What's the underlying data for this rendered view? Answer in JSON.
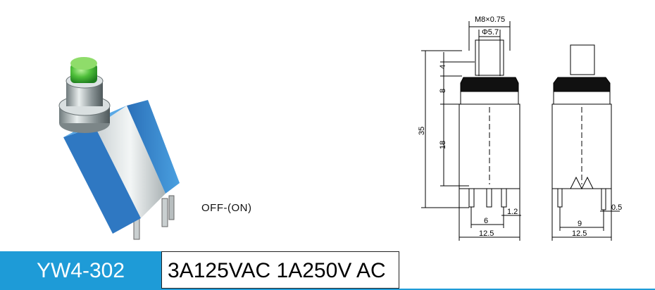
{
  "product": {
    "model": "YW4-302",
    "rating": "3A125VAC 1A250V AC",
    "switch_function": "OFF-(ON)"
  },
  "drawing": {
    "thread": "M8×0.75",
    "cap_diameter": "Φ5.7",
    "dim_cap": "4",
    "dim_nut": "8",
    "dim_body": "18",
    "dim_total": "35",
    "dim_pin_pitch": "6",
    "dim_pin_width": "1.2",
    "dim_front_width": "12.5",
    "dim_side_pitch": "9",
    "dim_side_width": "12.5",
    "dim_pin_thickness": "0.5"
  },
  "colors": {
    "brand_blue": "#1e9bd7",
    "button_green": "#4fbf3a",
    "housing_blue": "#3d8fd1"
  }
}
